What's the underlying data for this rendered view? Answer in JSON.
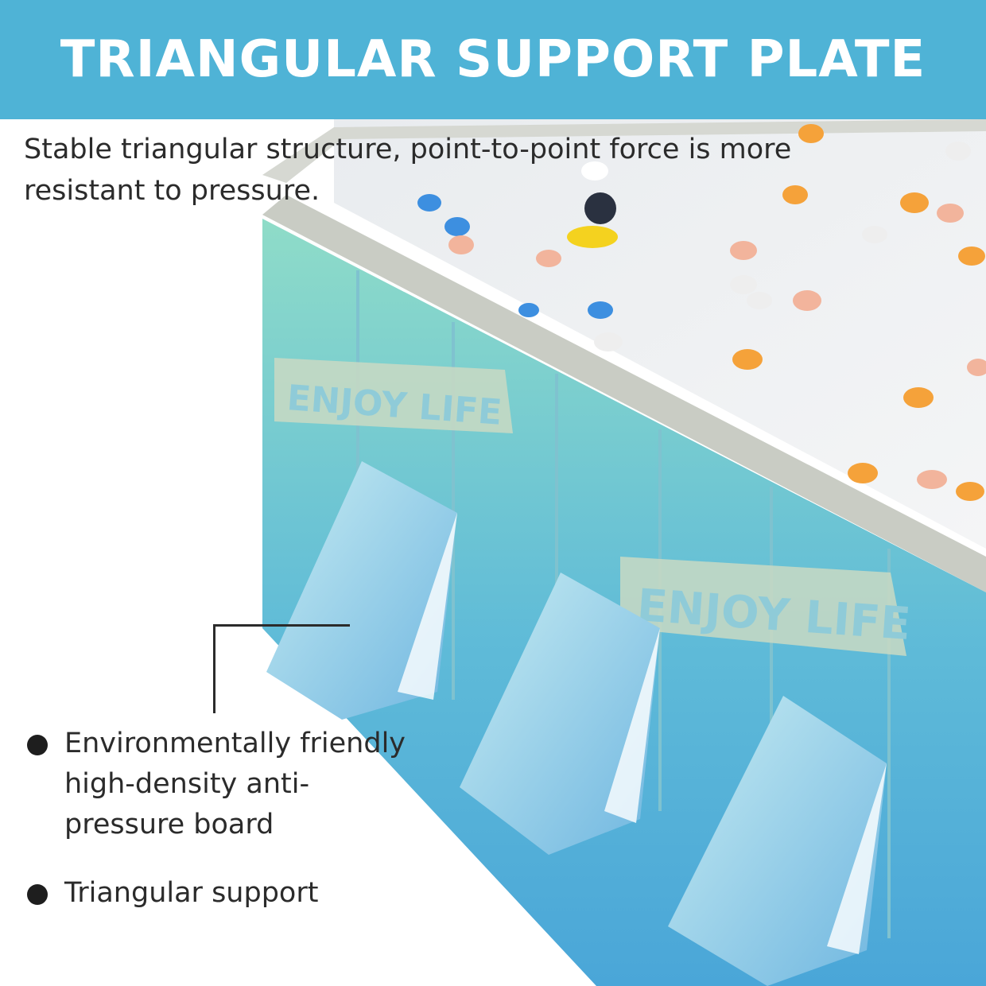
{
  "banner": {
    "title": "TRIANGULAR SUPPORT PLATE"
  },
  "description": "Stable triangular structure, point-to-point force is more resistant to pressure.",
  "features": [
    "Environmentally friendly high-density anti-pressure board",
    "Triangular support"
  ],
  "pool_print": {
    "text": "ENJOY LIFE"
  },
  "colors": {
    "banner": "#4fb3d6",
    "pool_wall_top": "#8fdcc8",
    "pool_wall_bottom": "#4aa6d8",
    "plate": "#8fcbe8"
  }
}
